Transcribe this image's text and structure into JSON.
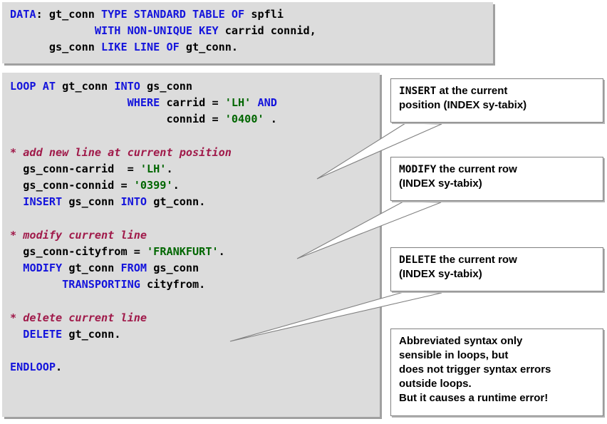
{
  "declaration_block": {
    "name": "DATA declaration",
    "lines": [
      [
        {
          "t": "DATA",
          "c": "kw"
        },
        {
          "t": ": gt_conn ",
          "c": "pl"
        },
        {
          "t": "TYPE STANDARD TABLE OF",
          "c": "kw"
        },
        {
          "t": " spfli",
          "c": "pl"
        }
      ],
      [
        {
          "t": "             ",
          "c": "pl"
        },
        {
          "t": "WITH NON-UNIQUE KEY",
          "c": "kw"
        },
        {
          "t": " carrid connid,",
          "c": "pl"
        }
      ],
      [
        {
          "t": "      gs_conn ",
          "c": "pl"
        },
        {
          "t": "LIKE LINE OF",
          "c": "kw"
        },
        {
          "t": " gt_conn.",
          "c": "pl"
        }
      ]
    ]
  },
  "loop_block": {
    "name": "LOOP AT processing block",
    "lines": [
      [
        {
          "t": "LOOP AT",
          "c": "kw"
        },
        {
          "t": " gt_conn ",
          "c": "pl"
        },
        {
          "t": "INTO",
          "c": "kw"
        },
        {
          "t": " gs_conn",
          "c": "pl"
        }
      ],
      [
        {
          "t": "                  ",
          "c": "pl"
        },
        {
          "t": "WHERE",
          "c": "kw"
        },
        {
          "t": " carrid = ",
          "c": "pl"
        },
        {
          "t": "'LH'",
          "c": "lit"
        },
        {
          "t": " ",
          "c": "pl"
        },
        {
          "t": "AND",
          "c": "kw"
        }
      ],
      [
        {
          "t": "                        connid = ",
          "c": "pl"
        },
        {
          "t": "'0400'",
          "c": "lit"
        },
        {
          "t": " .",
          "c": "pl"
        }
      ],
      [],
      [
        {
          "t": "* add new line at current position",
          "c": "cmt"
        }
      ],
      [
        {
          "t": "  gs_conn-carrid  = ",
          "c": "pl"
        },
        {
          "t": "'LH'",
          "c": "lit"
        },
        {
          "t": ".",
          "c": "pl"
        }
      ],
      [
        {
          "t": "  gs_conn-connid = ",
          "c": "pl"
        },
        {
          "t": "'0399'",
          "c": "lit"
        },
        {
          "t": ".",
          "c": "pl"
        }
      ],
      [
        {
          "t": "  ",
          "c": "pl"
        },
        {
          "t": "INSERT",
          "c": "kw"
        },
        {
          "t": " gs_conn ",
          "c": "pl"
        },
        {
          "t": "INTO",
          "c": "kw"
        },
        {
          "t": " gt_conn.",
          "c": "pl"
        }
      ],
      [],
      [
        {
          "t": "* modify current line",
          "c": "cmt"
        }
      ],
      [
        {
          "t": "  gs_conn-cityfrom = ",
          "c": "pl"
        },
        {
          "t": "'FRANKFURT'",
          "c": "lit"
        },
        {
          "t": ".",
          "c": "pl"
        }
      ],
      [
        {
          "t": "  ",
          "c": "pl"
        },
        {
          "t": "MODIFY",
          "c": "kw"
        },
        {
          "t": " gt_conn ",
          "c": "pl"
        },
        {
          "t": "FROM",
          "c": "kw"
        },
        {
          "t": " gs_conn",
          "c": "pl"
        }
      ],
      [
        {
          "t": "        ",
          "c": "pl"
        },
        {
          "t": "TRANSPORTING",
          "c": "kw"
        },
        {
          "t": " cityfrom.",
          "c": "pl"
        }
      ],
      [],
      [
        {
          "t": "* delete current line",
          "c": "cmt"
        }
      ],
      [
        {
          "t": "  ",
          "c": "pl"
        },
        {
          "t": "DELETE",
          "c": "kw"
        },
        {
          "t": " gt_conn.",
          "c": "pl"
        }
      ],
      [],
      [
        {
          "t": "ENDLOOP",
          "c": "kw"
        },
        {
          "t": ".",
          "c": "pl"
        }
      ]
    ]
  },
  "callouts": {
    "insert": {
      "keyword": "INSERT",
      "text_line1": " at the current",
      "text_line2": "position (INDEX sy-tabix)"
    },
    "modify": {
      "keyword": "MODIFY",
      "text_line1": " the current row",
      "text_line2": "(INDEX sy-tabix)"
    },
    "delete": {
      "keyword": "DELETE",
      "text_line1": " the current row",
      "text_line2": "(INDEX sy-tabix)"
    },
    "note": {
      "line1": "Abbreviated syntax only",
      "line2": "sensible in loops, but",
      "line3": "does not trigger syntax errors",
      "line4": "outside loops.",
      "line5": "But it causes a runtime error!"
    }
  },
  "colors": {
    "panel_bg": "#dcdcdc",
    "keyword": "#1414dc",
    "literal": "#006600",
    "comment": "#a01a4a",
    "plain": "#000000",
    "callout_border": "#808080",
    "page_bg": "#ffffff"
  }
}
